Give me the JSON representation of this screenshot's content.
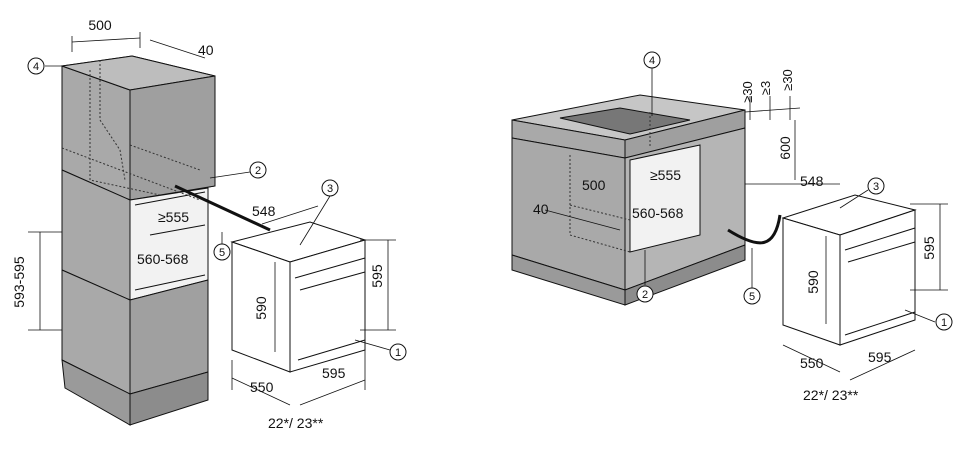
{
  "left_figure": {
    "dimensions": {
      "top_width": "500",
      "top_depth": "40",
      "niche_depth": "≥555",
      "niche_height": "560-568",
      "cabinet_height": "593-595",
      "oven_depth": "548",
      "oven_height_inner": "590",
      "oven_height": "595",
      "oven_width": "595",
      "oven_front": "550",
      "panel": "22*/ 23**"
    },
    "callouts": [
      "4",
      "2",
      "3",
      "5",
      "1"
    ]
  },
  "right_figure": {
    "dimensions": {
      "gap1": "≥30",
      "gap2": "≥3",
      "gap3": "≥30",
      "hob_clear": "600",
      "niche_width": "500",
      "niche_depth": "≥555",
      "niche_height": "560-568",
      "side": "40",
      "oven_depth": "548",
      "oven_height_inner": "590",
      "oven_height": "595",
      "oven_front": "550",
      "oven_width": "595",
      "panel": "22*/ 23**"
    },
    "callouts": [
      "4",
      "3",
      "2",
      "5",
      "1"
    ]
  },
  "colors": {
    "cabinet": "#a9a9a9",
    "cabinet_dark": "#8c8c8c",
    "cabinet_light": "#c6c6c6",
    "line": "#111111"
  }
}
